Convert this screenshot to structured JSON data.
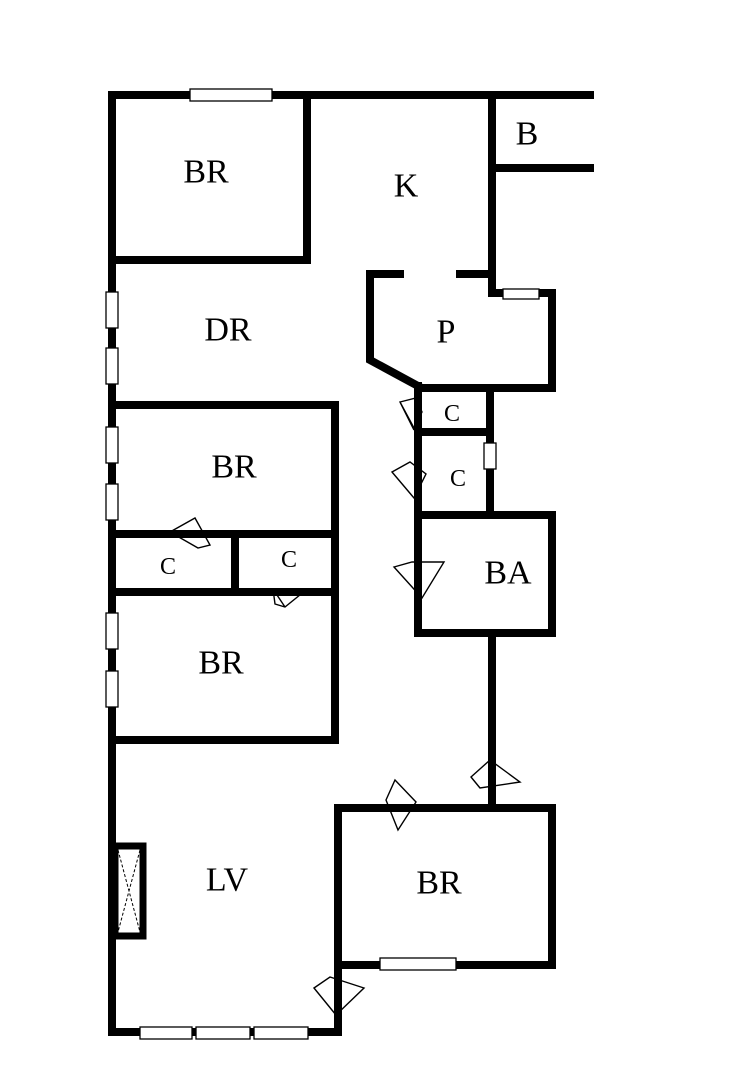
{
  "diagram": {
    "type": "floor-plan",
    "colors": {
      "wall": "#000000",
      "background": "#ffffff"
    },
    "rooms": [
      {
        "id": "br1",
        "label": "BR",
        "name": "Bedroom"
      },
      {
        "id": "k",
        "label": "K",
        "name": "Kitchen"
      },
      {
        "id": "b",
        "label": "B",
        "name": "B"
      },
      {
        "id": "dr",
        "label": "DR",
        "name": "Dining room"
      },
      {
        "id": "p",
        "label": "P",
        "name": "Pantry"
      },
      {
        "id": "br2",
        "label": "BR",
        "name": "Bedroom"
      },
      {
        "id": "c1",
        "label": "C",
        "name": "Closet"
      },
      {
        "id": "c2",
        "label": "C",
        "name": "Closet"
      },
      {
        "id": "c3",
        "label": "C",
        "name": "Closet"
      },
      {
        "id": "c4",
        "label": "C",
        "name": "Closet"
      },
      {
        "id": "ba",
        "label": "BA",
        "name": "Bathroom"
      },
      {
        "id": "br3",
        "label": "BR",
        "name": "Bedroom"
      },
      {
        "id": "lv",
        "label": "LV",
        "name": "Living room"
      },
      {
        "id": "br4",
        "label": "BR",
        "name": "Bedroom"
      }
    ],
    "symbols": {
      "window": "window-symbol",
      "door": "door-swing-symbol",
      "fireplace": "fireplace-symbol"
    }
  }
}
